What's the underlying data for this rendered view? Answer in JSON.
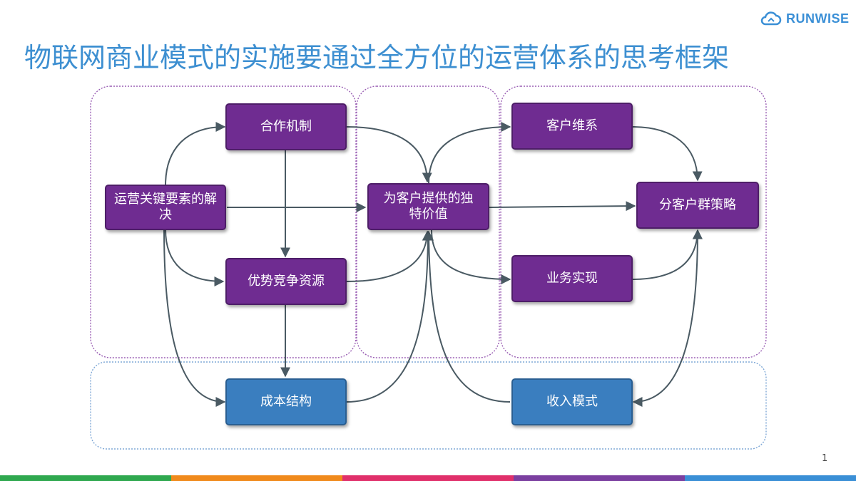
{
  "logo": {
    "text": "RUNWISE"
  },
  "title": "物联网商业模式的实施要通过全方位的运营体系的思考框架",
  "nodes": {
    "cooperation": "合作机制",
    "key_elements": "运营关键要素的解决",
    "competitive_resources": "优势竞争资源",
    "unique_value": "为客户提供的独特价值",
    "customer_retention": "客户维系",
    "business_realization": "业务实现",
    "customer_segments": "分客户群策略",
    "cost_structure": "成本结构",
    "revenue_model": "收入模式"
  },
  "page_number": "1",
  "colors": {
    "title": "#3d8fd1",
    "purple_node": "#6f2c91",
    "blue_node": "#3a7ebf",
    "connector": "#4a5a63",
    "purple_frame": "#9a5fb4",
    "blue_frame": "#7fa8d6",
    "bottom_bar": [
      "#2fa84f",
      "#f08a1c",
      "#e0306b",
      "#7b3fa0",
      "#3a8fd6"
    ]
  }
}
